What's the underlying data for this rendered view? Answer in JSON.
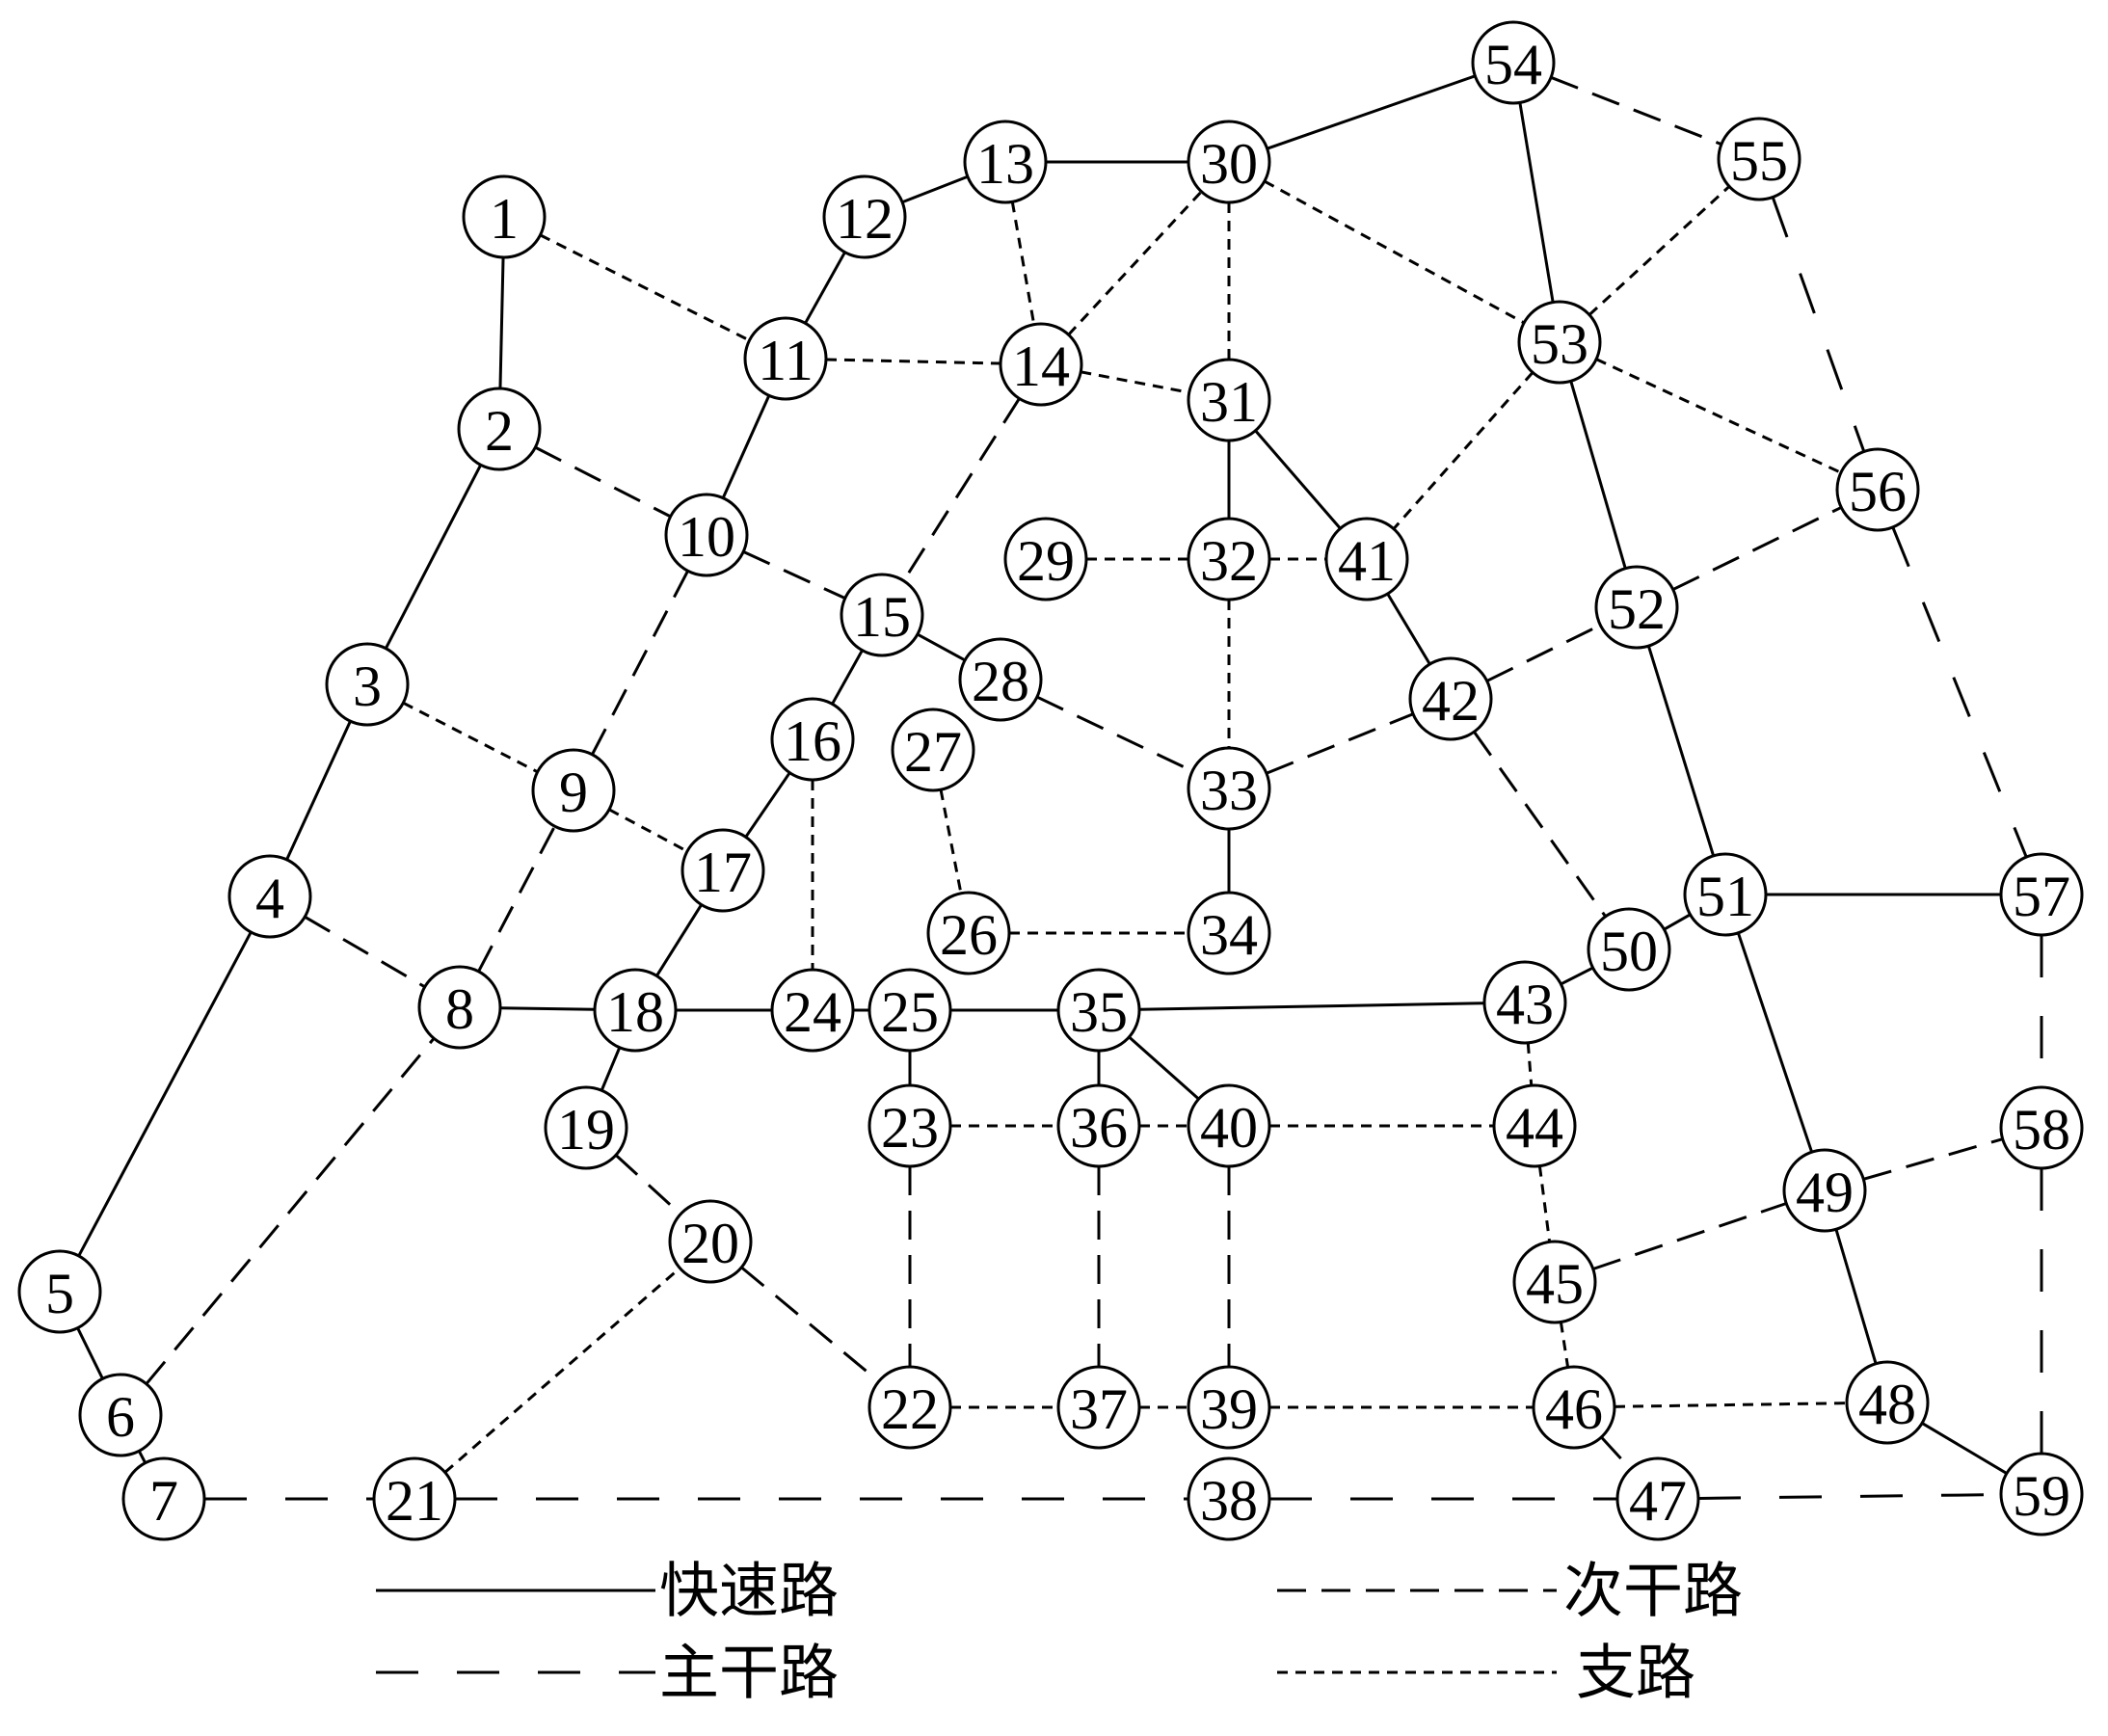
{
  "styles": {
    "expressway": "solid",
    "arterial": "long-dash",
    "secondary": "medium-dash",
    "branch": "short-dash"
  },
  "nodes": [
    {
      "id": "1"
    },
    {
      "id": "2"
    },
    {
      "id": "3"
    },
    {
      "id": "4"
    },
    {
      "id": "5"
    },
    {
      "id": "6"
    },
    {
      "id": "7"
    },
    {
      "id": "8"
    },
    {
      "id": "9"
    },
    {
      "id": "10"
    },
    {
      "id": "11"
    },
    {
      "id": "12"
    },
    {
      "id": "13"
    },
    {
      "id": "14"
    },
    {
      "id": "15"
    },
    {
      "id": "16"
    },
    {
      "id": "17"
    },
    {
      "id": "18"
    },
    {
      "id": "19"
    },
    {
      "id": "20"
    },
    {
      "id": "21"
    },
    {
      "id": "22"
    },
    {
      "id": "23"
    },
    {
      "id": "24"
    },
    {
      "id": "25"
    },
    {
      "id": "26"
    },
    {
      "id": "27"
    },
    {
      "id": "28"
    },
    {
      "id": "29"
    },
    {
      "id": "30"
    },
    {
      "id": "31"
    },
    {
      "id": "32"
    },
    {
      "id": "33"
    },
    {
      "id": "34"
    },
    {
      "id": "35"
    },
    {
      "id": "36"
    },
    {
      "id": "37"
    },
    {
      "id": "38"
    },
    {
      "id": "39"
    },
    {
      "id": "40"
    },
    {
      "id": "41"
    },
    {
      "id": "42"
    },
    {
      "id": "43"
    },
    {
      "id": "44"
    },
    {
      "id": "45"
    },
    {
      "id": "46"
    },
    {
      "id": "47"
    },
    {
      "id": "48"
    },
    {
      "id": "49"
    },
    {
      "id": "50"
    },
    {
      "id": "51"
    },
    {
      "id": "52"
    },
    {
      "id": "53"
    },
    {
      "id": "54"
    },
    {
      "id": "55"
    },
    {
      "id": "56"
    },
    {
      "id": "57"
    },
    {
      "id": "58"
    },
    {
      "id": "59"
    }
  ],
  "edges": [
    {
      "from": "1",
      "to": "2",
      "type": "expressway"
    },
    {
      "from": "2",
      "to": "3",
      "type": "expressway"
    },
    {
      "from": "3",
      "to": "4",
      "type": "expressway"
    },
    {
      "from": "4",
      "to": "5",
      "type": "expressway"
    },
    {
      "from": "5",
      "to": "6",
      "type": "expressway"
    },
    {
      "from": "6",
      "to": "7",
      "type": "expressway"
    },
    {
      "from": "8",
      "to": "18",
      "type": "expressway"
    },
    {
      "from": "18",
      "to": "24",
      "type": "expressway"
    },
    {
      "from": "24",
      "to": "25",
      "type": "expressway"
    },
    {
      "from": "25",
      "to": "35",
      "type": "expressway"
    },
    {
      "from": "35",
      "to": "43",
      "type": "expressway"
    },
    {
      "from": "43",
      "to": "50",
      "type": "expressway"
    },
    {
      "from": "50",
      "to": "51",
      "type": "expressway"
    },
    {
      "from": "51",
      "to": "57",
      "type": "expressway"
    },
    {
      "from": "13",
      "to": "30",
      "type": "expressway"
    },
    {
      "from": "30",
      "to": "54",
      "type": "expressway"
    },
    {
      "from": "54",
      "to": "53",
      "type": "expressway"
    },
    {
      "from": "53",
      "to": "52",
      "type": "expressway"
    },
    {
      "from": "52",
      "to": "51",
      "type": "expressway"
    },
    {
      "from": "51",
      "to": "49",
      "type": "expressway"
    },
    {
      "from": "49",
      "to": "48",
      "type": "expressway"
    },
    {
      "from": "48",
      "to": "59",
      "type": "expressway"
    },
    {
      "from": "31",
      "to": "32",
      "type": "expressway"
    },
    {
      "from": "33",
      "to": "34",
      "type": "expressway"
    },
    {
      "from": "35",
      "to": "36",
      "type": "expressway"
    },
    {
      "from": "25",
      "to": "23",
      "type": "expressway"
    },
    {
      "from": "40",
      "to": "35",
      "type": "expressway"
    },
    {
      "from": "15",
      "to": "16",
      "type": "expressway"
    },
    {
      "from": "16",
      "to": "17",
      "type": "expressway"
    },
    {
      "from": "17",
      "to": "18",
      "type": "expressway"
    },
    {
      "from": "18",
      "to": "19",
      "type": "expressway"
    },
    {
      "from": "10",
      "to": "11",
      "type": "expressway"
    },
    {
      "from": "11",
      "to": "12",
      "type": "expressway"
    },
    {
      "from": "12",
      "to": "13",
      "type": "expressway"
    },
    {
      "from": "31",
      "to": "41",
      "type": "expressway"
    },
    {
      "from": "41",
      "to": "42",
      "type": "expressway"
    },
    {
      "from": "15",
      "to": "28",
      "type": "expressway"
    },
    {
      "from": "7",
      "to": "21",
      "type": "arterial"
    },
    {
      "from": "21",
      "to": "38",
      "type": "arterial"
    },
    {
      "from": "38",
      "to": "47",
      "type": "arterial"
    },
    {
      "from": "47",
      "to": "59",
      "type": "arterial"
    },
    {
      "from": "57",
      "to": "58",
      "type": "arterial"
    },
    {
      "from": "58",
      "to": "59",
      "type": "arterial"
    },
    {
      "from": "55",
      "to": "56",
      "type": "arterial"
    },
    {
      "from": "56",
      "to": "57",
      "type": "arterial"
    },
    {
      "from": "54",
      "to": "55",
      "type": "secondary"
    },
    {
      "from": "6",
      "to": "8",
      "type": "secondary"
    },
    {
      "from": "8",
      "to": "9",
      "type": "secondary"
    },
    {
      "from": "9",
      "to": "10",
      "type": "secondary"
    },
    {
      "from": "2",
      "to": "10",
      "type": "secondary"
    },
    {
      "from": "10",
      "to": "15",
      "type": "secondary"
    },
    {
      "from": "4",
      "to": "8",
      "type": "secondary"
    },
    {
      "from": "14",
      "to": "15",
      "type": "secondary"
    },
    {
      "from": "28",
      "to": "33",
      "type": "secondary"
    },
    {
      "from": "33",
      "to": "42",
      "type": "secondary"
    },
    {
      "from": "42",
      "to": "52",
      "type": "secondary"
    },
    {
      "from": "52",
      "to": "56",
      "type": "secondary"
    },
    {
      "from": "42",
      "to": "50",
      "type": "secondary"
    },
    {
      "from": "19",
      "to": "20",
      "type": "secondary"
    },
    {
      "from": "20",
      "to": "22",
      "type": "secondary"
    },
    {
      "from": "23",
      "to": "22",
      "type": "secondary"
    },
    {
      "from": "36",
      "to": "37",
      "type": "secondary"
    },
    {
      "from": "40",
      "to": "39",
      "type": "secondary"
    },
    {
      "from": "45",
      "to": "49",
      "type": "secondary"
    },
    {
      "from": "49",
      "to": "58",
      "type": "secondary"
    },
    {
      "from": "46",
      "to": "47",
      "type": "secondary"
    },
    {
      "from": "1",
      "to": "11",
      "type": "branch"
    },
    {
      "from": "11",
      "to": "14",
      "type": "branch"
    },
    {
      "from": "14",
      "to": "31",
      "type": "branch"
    },
    {
      "from": "13",
      "to": "14",
      "type": "branch"
    },
    {
      "from": "14",
      "to": "30",
      "type": "branch"
    },
    {
      "from": "30",
      "to": "31",
      "type": "branch"
    },
    {
      "from": "30",
      "to": "53",
      "type": "branch"
    },
    {
      "from": "53",
      "to": "55",
      "type": "branch"
    },
    {
      "from": "53",
      "to": "56",
      "type": "branch"
    },
    {
      "from": "53",
      "to": "41",
      "type": "branch"
    },
    {
      "from": "29",
      "to": "32",
      "type": "branch"
    },
    {
      "from": "32",
      "to": "41",
      "type": "branch"
    },
    {
      "from": "32",
      "to": "33",
      "type": "branch"
    },
    {
      "from": "3",
      "to": "9",
      "type": "branch"
    },
    {
      "from": "9",
      "to": "17",
      "type": "branch"
    },
    {
      "from": "16",
      "to": "24",
      "type": "branch"
    },
    {
      "from": "27",
      "to": "26",
      "type": "branch"
    },
    {
      "from": "26",
      "to": "34",
      "type": "branch"
    },
    {
      "from": "23",
      "to": "36",
      "type": "branch"
    },
    {
      "from": "36",
      "to": "40",
      "type": "branch"
    },
    {
      "from": "40",
      "to": "44",
      "type": "branch"
    },
    {
      "from": "43",
      "to": "44",
      "type": "branch"
    },
    {
      "from": "44",
      "to": "45",
      "type": "branch"
    },
    {
      "from": "45",
      "to": "46",
      "type": "branch"
    },
    {
      "from": "21",
      "to": "20",
      "type": "branch"
    },
    {
      "from": "22",
      "to": "37",
      "type": "branch"
    },
    {
      "from": "37",
      "to": "39",
      "type": "branch"
    },
    {
      "from": "39",
      "to": "46",
      "type": "branch"
    },
    {
      "from": "46",
      "to": "48",
      "type": "branch"
    }
  ],
  "legend": {
    "expressway": "快速路",
    "secondary": "次干路",
    "arterial": "主干路",
    "branch": "支路"
  }
}
